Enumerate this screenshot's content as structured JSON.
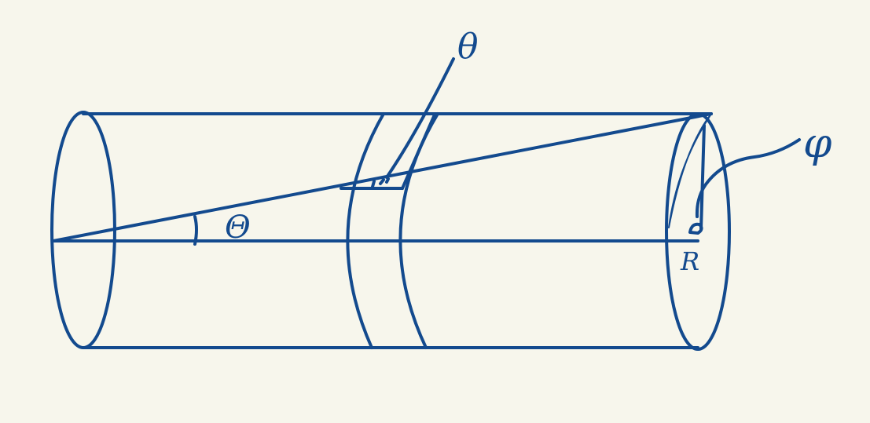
{
  "labels": {
    "theta_top": "θ",
    "theta_apex": "Θ",
    "phi": "φ",
    "radius": "R"
  },
  "colors": {
    "background": "#f7f6ec",
    "ink": "#134a8e"
  }
}
